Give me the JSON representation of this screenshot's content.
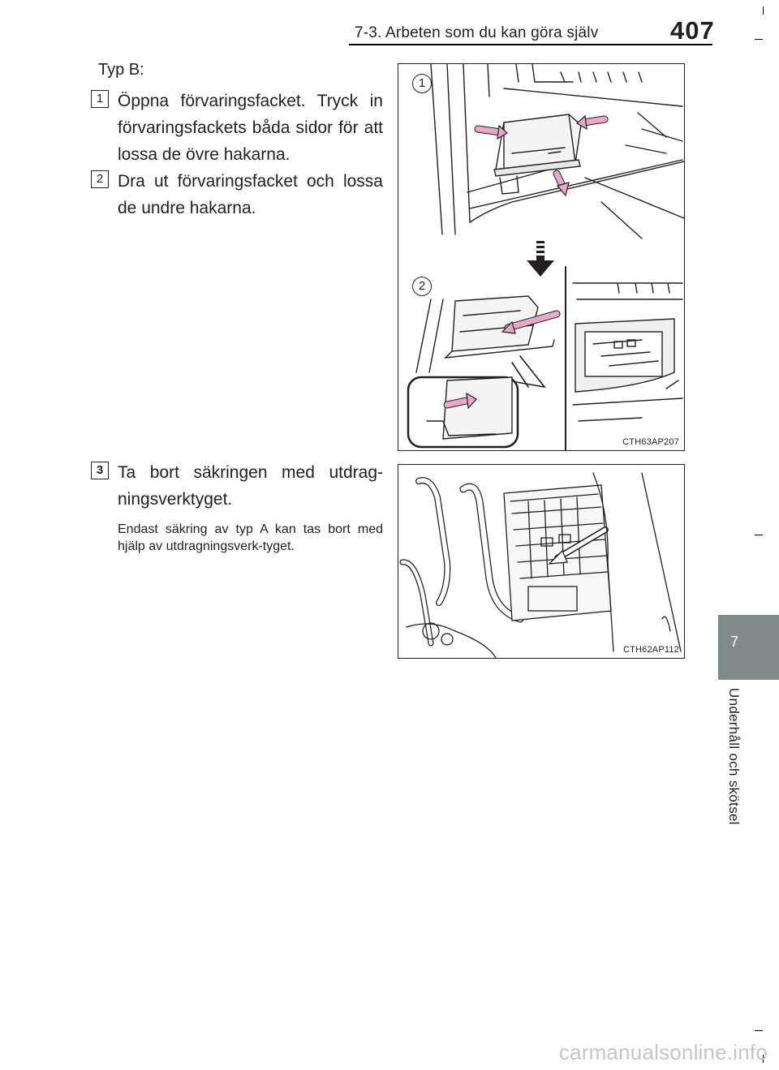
{
  "header": {
    "section_title": "7-3. Arbeten som du kan göra själv",
    "page_number": "407"
  },
  "side_tab": {
    "chapter_number": "7",
    "chapter_title": "Underhåll och skötsel"
  },
  "intro": "Typ B:",
  "steps": [
    {
      "number": "1",
      "text": "Öppna förvaringsfacket. Tryck in förvaringsfackets båda sidor för att lossa de övre hakarna."
    },
    {
      "number": "2",
      "text": "Dra ut förvaringsfacket och lossa de undre hakarna."
    },
    {
      "number": "3",
      "text": "Ta bort säkringen med utdrag-ningsverktyget.",
      "note": "Endast säkring av typ A kan tas bort med hjälp av utdragningsverk-tyget."
    }
  ],
  "figures": [
    {
      "code": "CTH63AP207",
      "callouts": [
        "1",
        "2"
      ]
    },
    {
      "code": "CTH62AP112"
    }
  ],
  "watermark": "carmanualsonline.info",
  "colors": {
    "tab": "#7f8b8a",
    "arrow": "#e6a9c8",
    "watermark": "#c6c6c6"
  }
}
